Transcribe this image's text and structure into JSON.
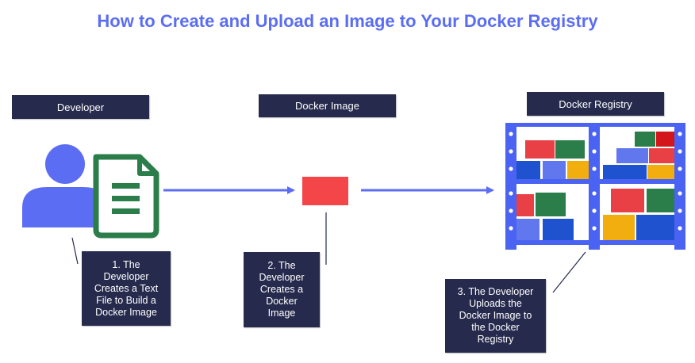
{
  "title": "How to Create and Upload an Image to Your Docker Registry",
  "labels": {
    "developer": "Developer",
    "docker_image": "Docker Image",
    "docker_registry": "Docker Registry"
  },
  "steps": [
    "1. The\nDeveloper\nCreates a Text\nFile to Build a\nDocker Image",
    "2. The\nDeveloper\nCreates a\nDocker\nImage",
    "3. The Developer\nUploads the\nDocker Image to\nthe Docker\nRegistry"
  ],
  "colors": {
    "title": "#5b6ef3",
    "box_bg": "#262a4d",
    "person": "#5b6ef3",
    "document": "#2b7d4a",
    "arrow": "#5b6ef3",
    "image_block": "#f44649",
    "shelf_frame": "#4a63f2",
    "red": "#e94046",
    "green": "#2b7d4a",
    "blue": "#1f52cf",
    "light_blue": "#6077ee",
    "yellow": "#f2ad0f"
  },
  "icons": {
    "developer": "person-icon",
    "file": "document-icon",
    "image": "docker-image-block",
    "registry": "registry-shelf-icon"
  }
}
